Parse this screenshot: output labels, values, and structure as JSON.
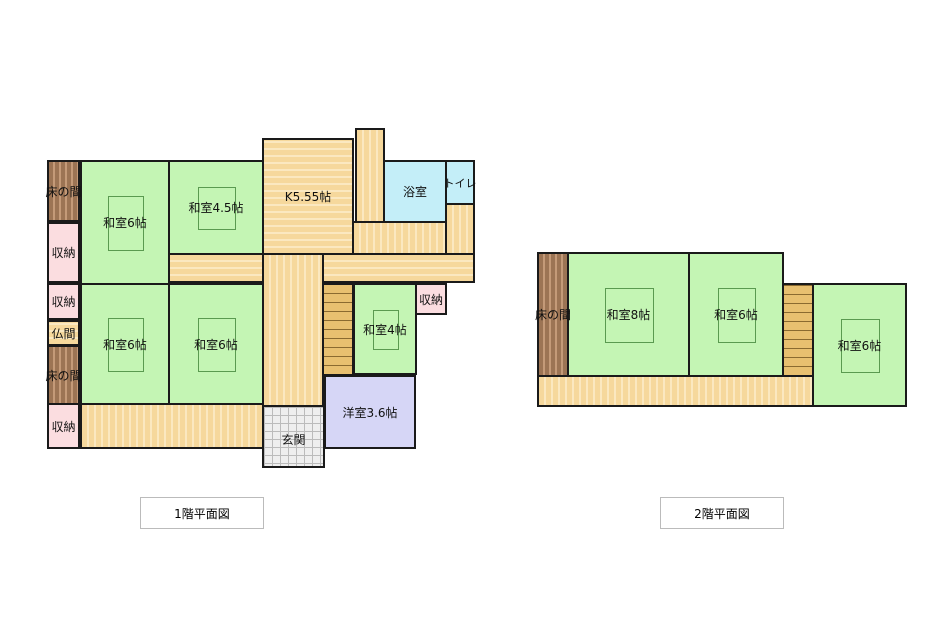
{
  "floor1": {
    "caption": "1階平面図",
    "rooms": {
      "tokonoma_top": "床の間",
      "washitsu6_a": "和室6帖",
      "closet_a": "収納",
      "washitsu45": "和室4.5帖",
      "kitchen": "K5.55帖",
      "bath": "浴室",
      "toilet": "トイレ",
      "closet_b": "収納",
      "butsuma": "仏間",
      "tokonoma_bottom": "床の間",
      "washitsu6_b": "和室6帖",
      "washitsu6_c": "和室6帖",
      "washitsu4": "和室4帖",
      "closet_c": "収納",
      "youshitsu": "洋室3.6帖",
      "closet_d": "収納",
      "genkan": "玄関"
    }
  },
  "floor2": {
    "caption": "2階平面図",
    "rooms": {
      "tokonoma": "床の間",
      "washitsu8": "和室8帖",
      "washitsu6_a": "和室6帖",
      "washitsu6_b": "和室6帖"
    }
  },
  "colors": {
    "tatami": "#c4f5b4",
    "wood": "#f6d89c",
    "tokonoma": "#9c7454",
    "closet": "#fbdde0",
    "bath": "#c4eef8",
    "western": "#d6d6f6",
    "wall": "#1a1a1a"
  }
}
